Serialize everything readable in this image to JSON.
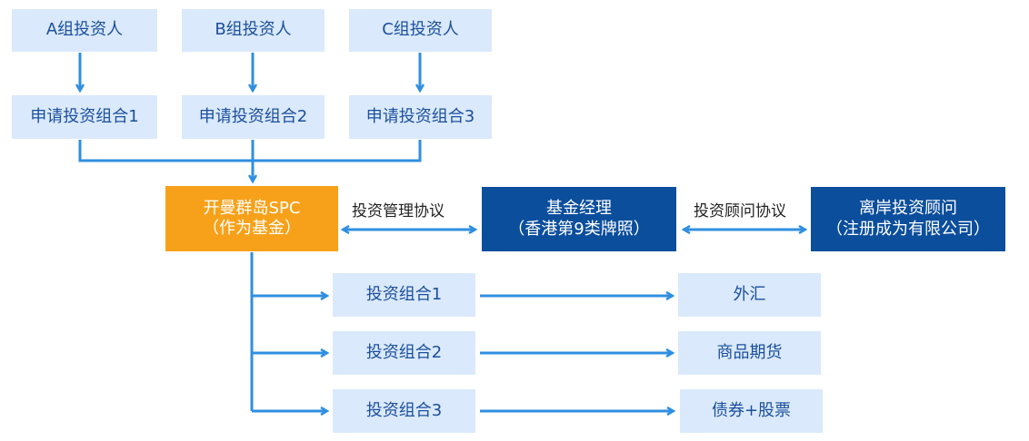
{
  "investors": [
    "A组投资人",
    "B组投资人",
    "C组投资人"
  ],
  "applications": [
    "申请投资组合1",
    "申请投资组合2",
    "申请投资组合3"
  ],
  "spc": {
    "line1": "开曼群岛SPC",
    "line2": "（作为基金）"
  },
  "manager": {
    "line1": "基金经理",
    "line2": "（香港第9类牌照）"
  },
  "adviser": {
    "line1": "离岸投资顾问",
    "line2": "（注册成为有限公司）"
  },
  "agreements": {
    "management": "投资管理协议",
    "advisory": "投资顾问协议"
  },
  "portfolios": [
    "投资组合1",
    "投资组合2",
    "投资组合3"
  ],
  "assets": [
    "外汇",
    "商品期货",
    "债券+股票"
  ],
  "colors": {
    "light_box": "#dae9fb",
    "dark_box": "#0b4e9c",
    "spc_box": "#f7a11a",
    "arrow": "#2f8fe0"
  }
}
